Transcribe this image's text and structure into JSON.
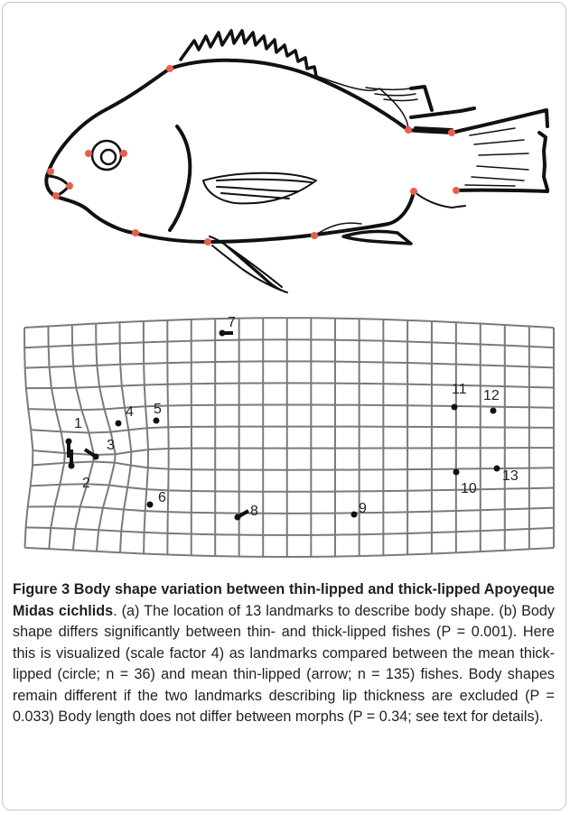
{
  "figure": {
    "panel_a": {
      "image_name": "fish-outline-with-landmarks",
      "landmark_color": "#e8604c"
    },
    "panel_b": {
      "image_name": "deformation-grid",
      "grid_color": "#7a7a7a",
      "landmark_labels": [
        "1",
        "2",
        "3",
        "4",
        "5",
        "6",
        "7",
        "8",
        "9",
        "10",
        "11",
        "12",
        "13"
      ]
    },
    "caption": {
      "title": "Figure 3 Body shape variation between thin-lipped and thick-lipped Apoyeque Midas cichlids",
      "text": ". (a) The location of 13 landmarks to describe body shape. (b) Body shape differs significantly between thin- and thick-lipped fishes (P = 0.001). Here this is visualized (scale factor 4) as landmarks compared between the mean thick-lipped (circle; n = 36) and mean thin-lipped (arrow; n = 135) fishes. Body shapes remain different if the two landmarks describing lip thickness are excluded (P = 0.033) Body length does not differ between morphs (P = 0.34; see text for details)."
    }
  }
}
